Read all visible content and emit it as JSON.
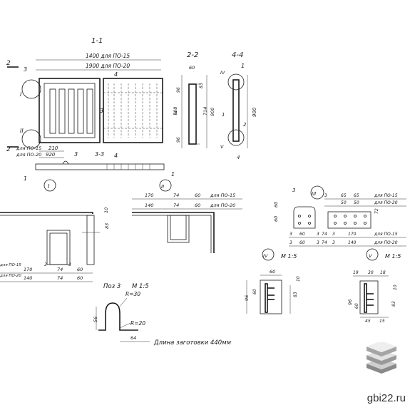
{
  "views": {
    "s11": "1-1",
    "s22": "2-2",
    "s44": "4-4",
    "s33": "3-3"
  },
  "dims": {
    "len_p15": "1400 для ПО-15",
    "len_p20": "1900 для ПО-20",
    "d60": "60",
    "d96": "96",
    "d708": "708",
    "d714": "714",
    "d900": "900",
    "d96b": "96",
    "d83": "83",
    "d210": "210",
    "d920": "920",
    "po15": "для ПО-15",
    "po20": "для ПО-20",
    "d10": "10",
    "d170": "170",
    "d140": "140",
    "d74": "74",
    "d3": "3",
    "d60c": "60",
    "d65": "65",
    "d50": "50",
    "d19": "19",
    "d30": "30",
    "d18": "18",
    "d45": "45",
    "d15": "15",
    "d56": "56",
    "d64": "64",
    "d72": "72"
  },
  "marks": {
    "n1": "1",
    "n2": "2",
    "n3": "3",
    "n4": "4",
    "rI": "I",
    "rII": "II",
    "rIII": "III",
    "rIV": "IV",
    "rV": "V"
  },
  "notes": {
    "pos3": "Поз 3",
    "scale": "М 1:5",
    "scale4": "М 1:5",
    "scale5": "М 1:5",
    "r30": "R=30",
    "r20": "R=20",
    "blank_len": "Длина заготовки 440мм"
  },
  "watermark": "gbi22.ru"
}
